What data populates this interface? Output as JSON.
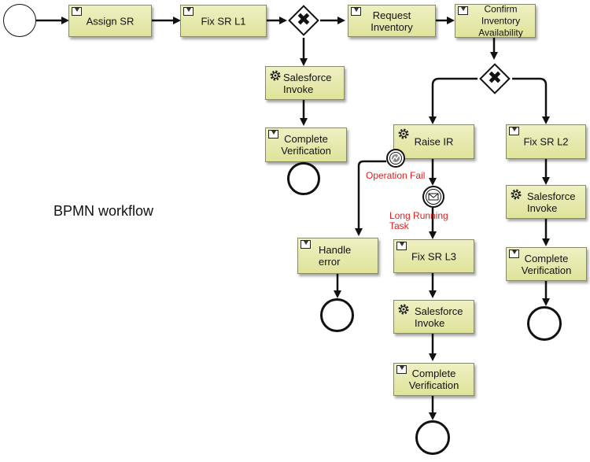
{
  "diagram": {
    "title": "BPMN workflow",
    "tasks": {
      "assign_sr": "Assign SR",
      "fix_sr_l1": "Fix SR L1",
      "request_inventory": "Request Inventory",
      "confirm_inventory": "Confirm Inventory Availability",
      "salesforce_invoke_1": "Salesforce Invoke",
      "complete_verification_1": "Complete Verification",
      "raise_ir": "Raise IR",
      "fix_sr_l2": "Fix SR L2",
      "salesforce_invoke_2": "Salesforce Invoke",
      "complete_verification_2": "Complete Verification",
      "handle_error": "Handle error",
      "fix_sr_l3": "Fix SR L3",
      "salesforce_invoke_3": "Salesforce Invoke",
      "complete_verification_3": "Complete Verification"
    },
    "boundary_events": {
      "operation_fail": "Operation Fail",
      "long_running_task": "Long Running Task"
    },
    "gateway_symbol": "✖",
    "icons": {
      "task_marker": "user-task-icon",
      "service_marker": "gear-icon",
      "gateway": "exclusive-gateway-icon",
      "error_event": "error-event-icon",
      "message_event": "envelope-icon",
      "start_event": "start-event-icon",
      "end_event": "end-event-icon"
    },
    "colors": {
      "task_fill": "#e7e9ad",
      "task_border": "#8a8a6a",
      "annotation_red": "#e01d1d",
      "line": "#111111"
    }
  }
}
